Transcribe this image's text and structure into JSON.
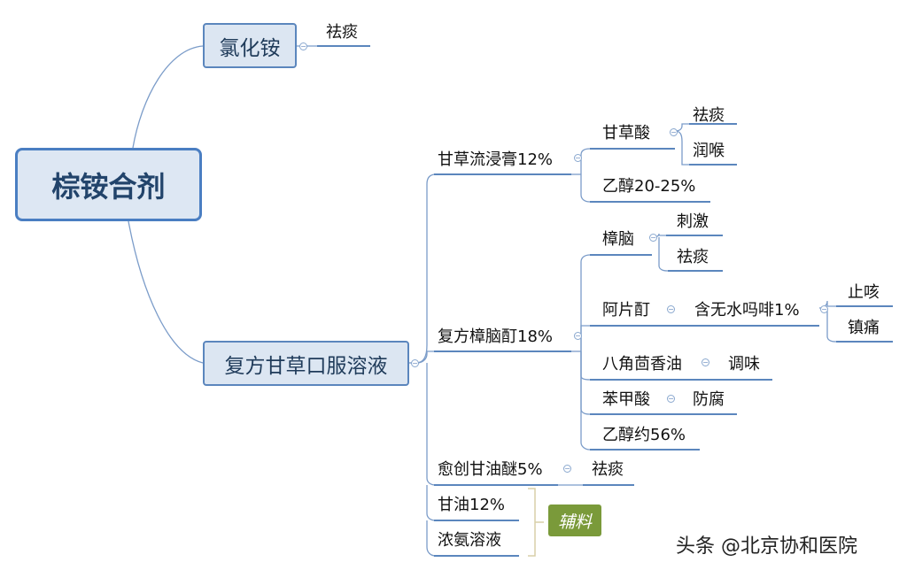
{
  "root": "棕铵合剂",
  "branch1": {
    "title": "氯化铵",
    "child": "祛痰"
  },
  "branch2": {
    "title": "复方甘草口服溶液",
    "items": {
      "g1": "甘草流浸膏12%",
      "g1a": "甘草酸",
      "g1a1": "祛痰",
      "g1a2": "润喉",
      "g1b": "乙醇20-25%",
      "g2": "复方樟脑酊18%",
      "g2a": "樟脑",
      "g2a1": "刺激",
      "g2a2": "祛痰",
      "g2b": "阿片酊",
      "g2b1": "含无水吗啡1%",
      "g2b1a": "止咳",
      "g2b1b": "镇痛",
      "g2c": "八角茴香油",
      "g2c1": "调味",
      "g2d": "苯甲酸",
      "g2d1": "防腐",
      "g2e": "乙醇约56%",
      "g3": "愈创甘油醚5%",
      "g3a": "祛痰",
      "g4": "甘油12%",
      "g5": "浓氨溶液"
    },
    "tag": "辅料"
  },
  "watermark": "头条 @北京协和医院",
  "colors": {
    "line": "#6c92c4",
    "bracket": "#d9cfa8",
    "tag": "#7a9a3a",
    "box": "#dce6f2"
  }
}
